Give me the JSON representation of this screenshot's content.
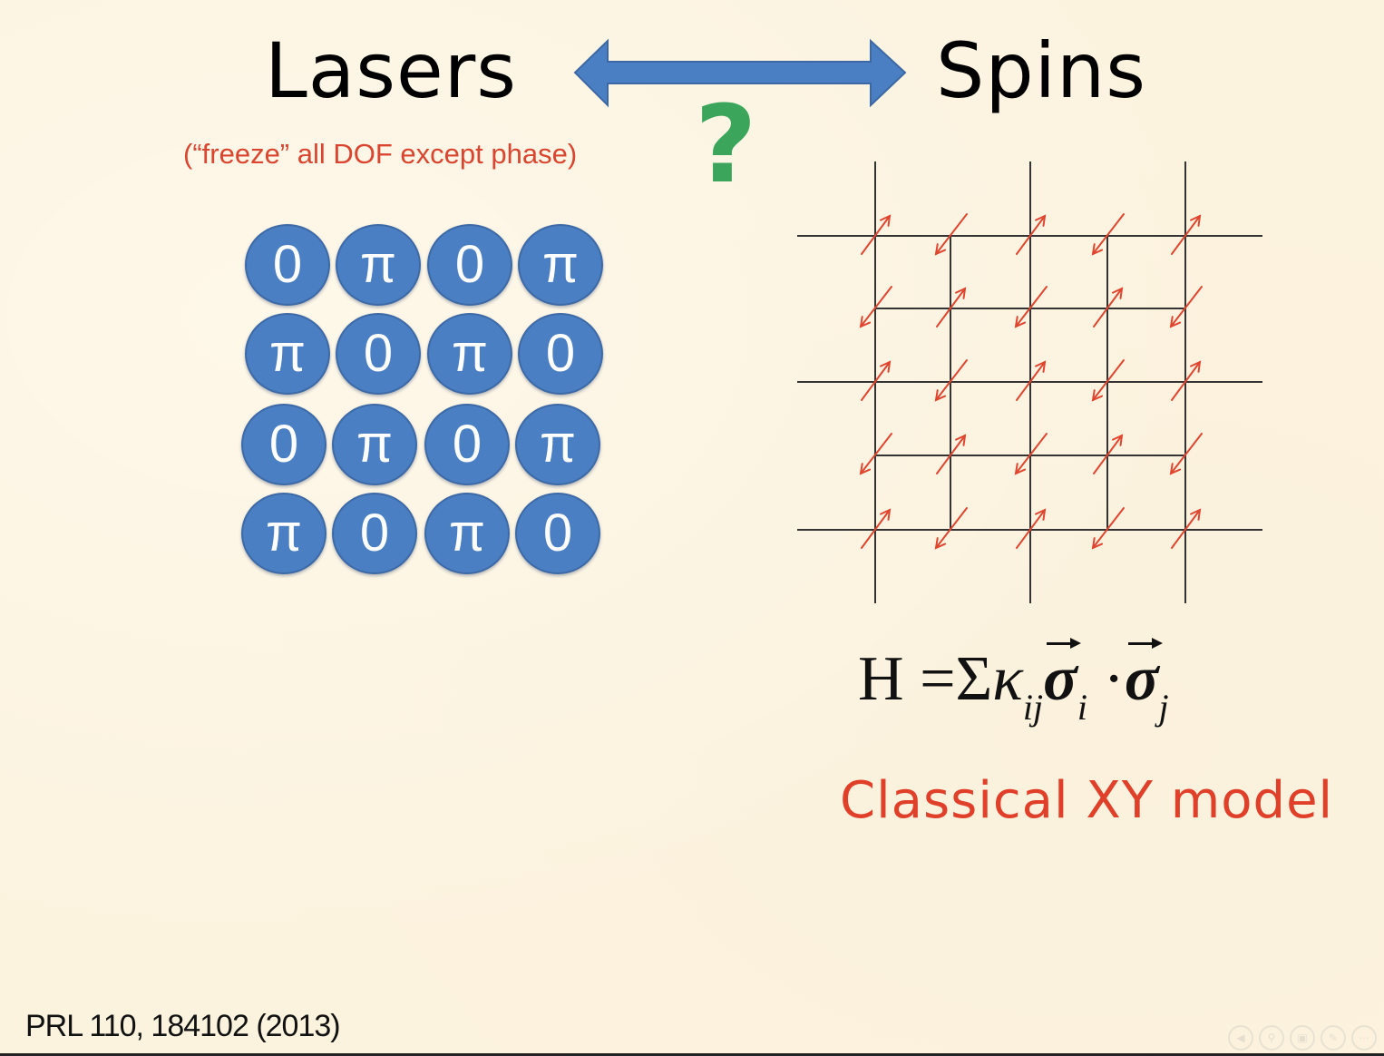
{
  "slide": {
    "left_title": "Lasers",
    "right_title": "Spins",
    "subtitle": "(“freeze” all DOF except phase)",
    "question_mark": "?",
    "model_label": "Classical XY model",
    "citation": "PRL 110, 184102 (2013)"
  },
  "colors": {
    "background": "#fcf3df",
    "laser_circle": "#4a7fc3",
    "subtitle": "#d9452f",
    "question": "#3aa55b",
    "spin_arrow": "#e0452f",
    "double_arrow": "#4a7fc3"
  },
  "laser_grid": {
    "rows": [
      [
        "0",
        "π",
        "0",
        "π"
      ],
      [
        "π",
        "0",
        "π",
        "0"
      ],
      [
        "0",
        "π",
        "0",
        "π"
      ],
      [
        "π",
        "0",
        "π",
        "0"
      ]
    ]
  },
  "spin_lattice": {
    "description": "Checkerboard antiferromagnetic arrangement: up-right spins on even sites, down-left on odd sites",
    "rows": [
      [
        "up",
        "down",
        "up",
        "down",
        "up"
      ],
      [
        "down",
        "up",
        "down",
        "up",
        "down"
      ],
      [
        "up",
        "down",
        "up",
        "down",
        "up"
      ],
      [
        "down",
        "up",
        "down",
        "up",
        "down"
      ],
      [
        "up",
        "down",
        "up",
        "down",
        "up"
      ]
    ]
  },
  "hamiltonian": {
    "lhs": "H",
    "equals": "=",
    "sum": "Σ",
    "coupling": "κ",
    "coupling_sub": "ij",
    "spin_symbol": "σ",
    "index_i": "i",
    "dot": "·",
    "index_j": "j"
  },
  "toolbar": {
    "buttons": [
      "previous",
      "zoom",
      "print",
      "pen",
      "options"
    ]
  }
}
